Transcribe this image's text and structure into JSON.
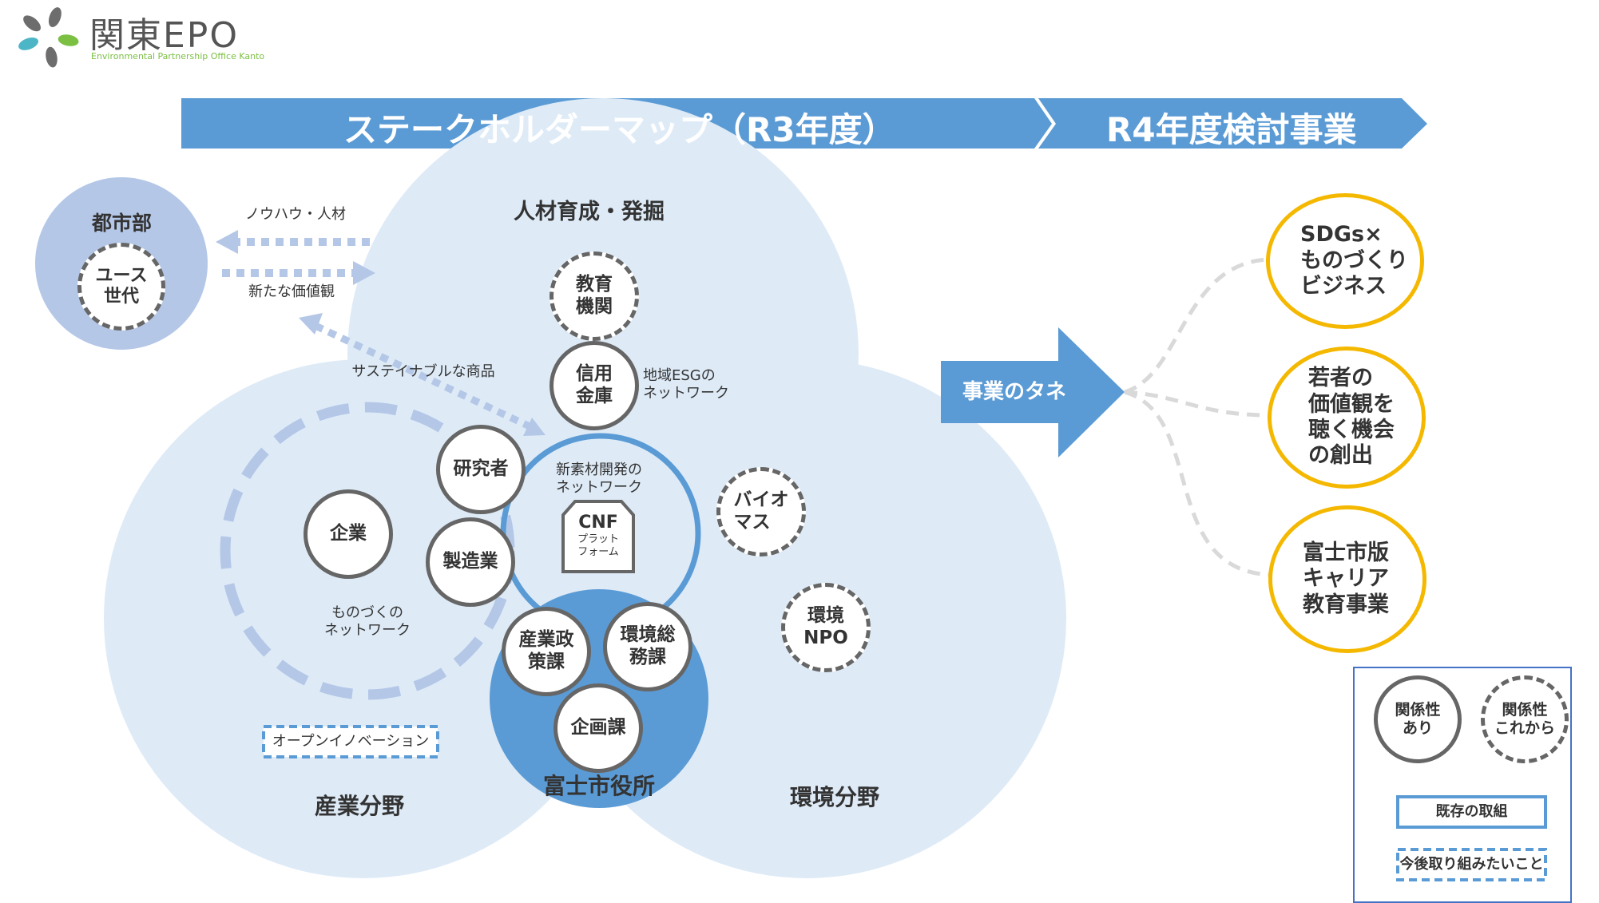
{
  "logo": {
    "brand": "関東EPO",
    "subtitle": "Environmental Partnership Office Kanto"
  },
  "banner": {
    "left_title": "ステークホルダーマップ（R3年度）",
    "right_title": "R4年度検討事業"
  },
  "urban": {
    "label": "都市部",
    "youth": "ユース\n世代"
  },
  "arrows": {
    "knowhow": "ノウハウ・人材",
    "new_values": "新たな価値観",
    "sustainable": "サステイナブルな商品"
  },
  "areas": {
    "talent": "人材育成・発掘",
    "industry": "産業分野",
    "environment": "環境分野"
  },
  "nodes": {
    "education": "教育\n機関",
    "credit_union": "信用\n金庫",
    "regional_esg": "地域ESGの\nネットワーク",
    "researcher": "研究者",
    "company": "企業",
    "manufacturing": "製造業",
    "monozukuri_network": "ものづくの\nネットワーク",
    "new_material_network": "新素材開発の\nネットワーク",
    "cnf_title": "CNF",
    "cnf_sub": "プラット\nフォーム",
    "biomass": "バイオ\nマス",
    "env_npo": "環境\nNPO",
    "industry_policy": "産業政\n策課",
    "env_general": "環境総\n務課",
    "planning": "企画課",
    "city_hall": "富士市役所",
    "open_innovation": "オープンイノベーション"
  },
  "seeds": "事業のタネ",
  "outcomes": [
    "SDGs×\nものづくり\nビジネス",
    "若者の\n価値観を\n聴く機会\nの創出",
    "富士市版\nキャリア\n教育事業"
  ],
  "legend": {
    "existing_relation": "関係性\nあり",
    "future_relation": "関係性\nこれから",
    "existing_effort": "既存の取組",
    "future_effort": "今後取り組みたいこと"
  },
  "colors": {
    "banner": "#5b9bd5",
    "cloud": "#deebf7",
    "urban_circle": "#b4c7e7",
    "city_hall": "#5b9bd5",
    "outcome_border": "#f5b800",
    "node_border": "#666666"
  }
}
